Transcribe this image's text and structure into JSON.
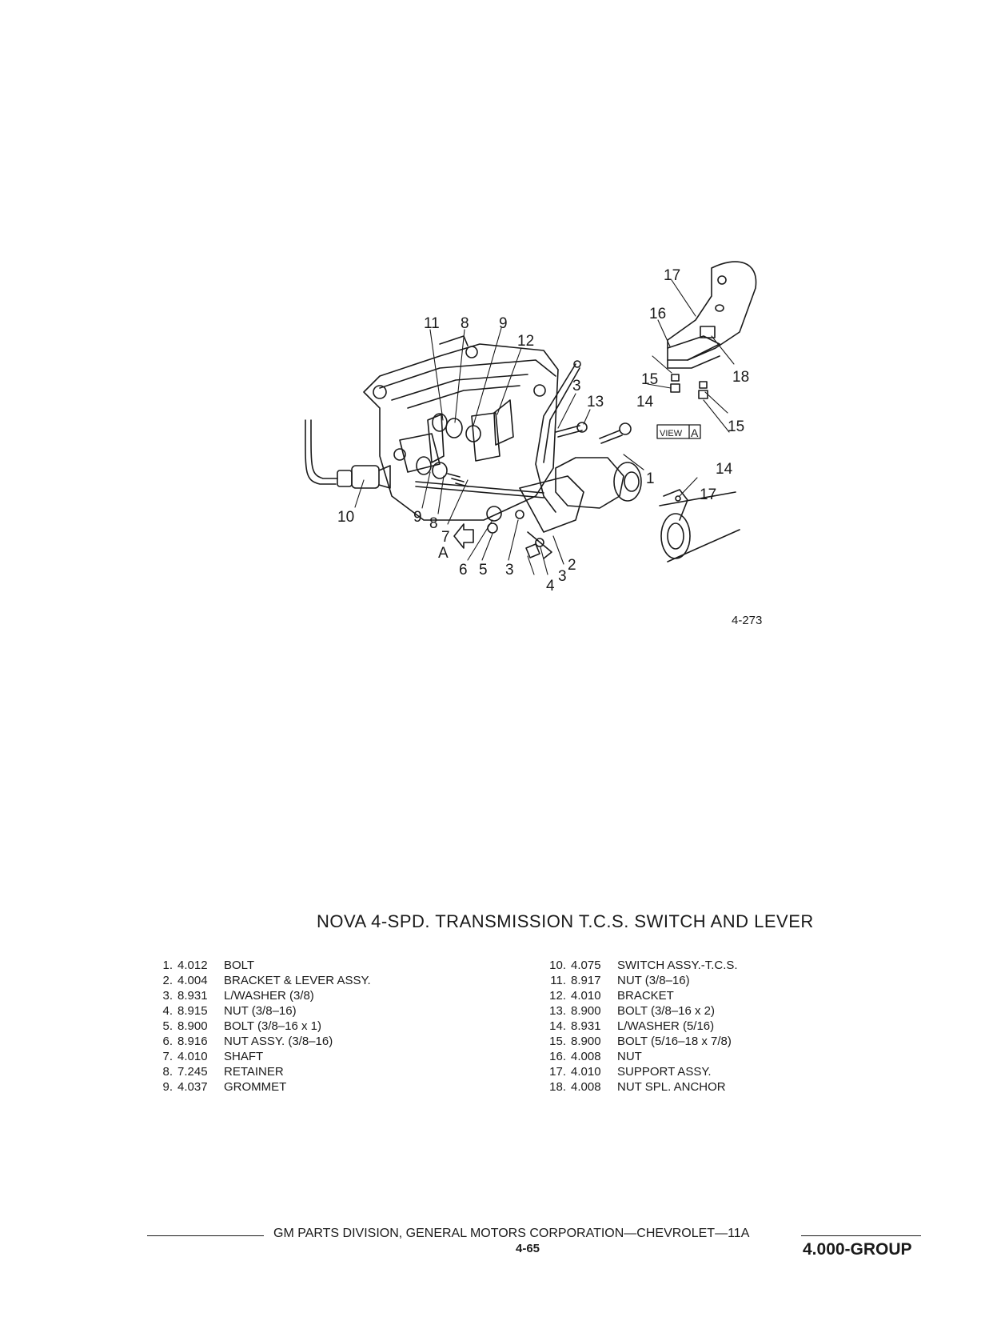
{
  "diagram": {
    "figure_id": "4-273",
    "view_label": "VIEW",
    "view_letter": "A",
    "arrow_letter": "A",
    "callouts": {
      "c1": "1",
      "c2": "2",
      "c3a": "3",
      "c3b": "3",
      "c3c": "3",
      "c4": "4",
      "c5": "5",
      "c6": "6",
      "c7": "7",
      "c8a": "8",
      "c8b": "8",
      "c9a": "9",
      "c9b": "9",
      "c10": "10",
      "c11": "11",
      "c12": "12",
      "c13": "13",
      "c14a": "14",
      "c14b": "14",
      "c15a": "15",
      "c15b": "15",
      "c16": "16",
      "c17a": "17",
      "c17b": "17",
      "c18": "18"
    }
  },
  "title": "NOVA 4-SPD. TRANSMISSION T.C.S. SWITCH AND LEVER",
  "parts_left": [
    {
      "num": "1.",
      "code": "4.012",
      "desc": "BOLT"
    },
    {
      "num": "2.",
      "code": "4.004",
      "desc": "BRACKET & LEVER ASSY."
    },
    {
      "num": "3.",
      "code": "8.931",
      "desc": "L/WASHER (3/8)"
    },
    {
      "num": "4.",
      "code": "8.915",
      "desc": "NUT (3/8–16)"
    },
    {
      "num": "5.",
      "code": "8.900",
      "desc": "BOLT (3/8–16 x 1)"
    },
    {
      "num": "6.",
      "code": "8.916",
      "desc": "NUT ASSY. (3/8–16)"
    },
    {
      "num": "7.",
      "code": "4.010",
      "desc": "SHAFT"
    },
    {
      "num": "8.",
      "code": "7.245",
      "desc": "RETAINER"
    },
    {
      "num": "9.",
      "code": "4.037",
      "desc": "GROMMET"
    }
  ],
  "parts_right": [
    {
      "num": "10.",
      "code": "4.075",
      "desc": "SWITCH ASSY.-T.C.S."
    },
    {
      "num": "11.",
      "code": "8.917",
      "desc": "NUT (3/8–16)"
    },
    {
      "num": "12.",
      "code": "4.010",
      "desc": "BRACKET"
    },
    {
      "num": "13.",
      "code": "8.900",
      "desc": "BOLT (3/8–16 x 2)"
    },
    {
      "num": "14.",
      "code": "8.931",
      "desc": "L/WASHER (5/16)"
    },
    {
      "num": "15.",
      "code": "8.900",
      "desc": "BOLT (5/16–18 x 7/8)"
    },
    {
      "num": "16.",
      "code": "4.008",
      "desc": "NUT"
    },
    {
      "num": "17.",
      "code": "4.010",
      "desc": "SUPPORT ASSY."
    },
    {
      "num": "18.",
      "code": "4.008",
      "desc": "NUT SPL. ANCHOR"
    }
  ],
  "footer": {
    "text": "GM PARTS DIVISION, GENERAL MOTORS CORPORATION—CHEVROLET—11A",
    "page": "4-65",
    "group": "4.000-GROUP"
  }
}
